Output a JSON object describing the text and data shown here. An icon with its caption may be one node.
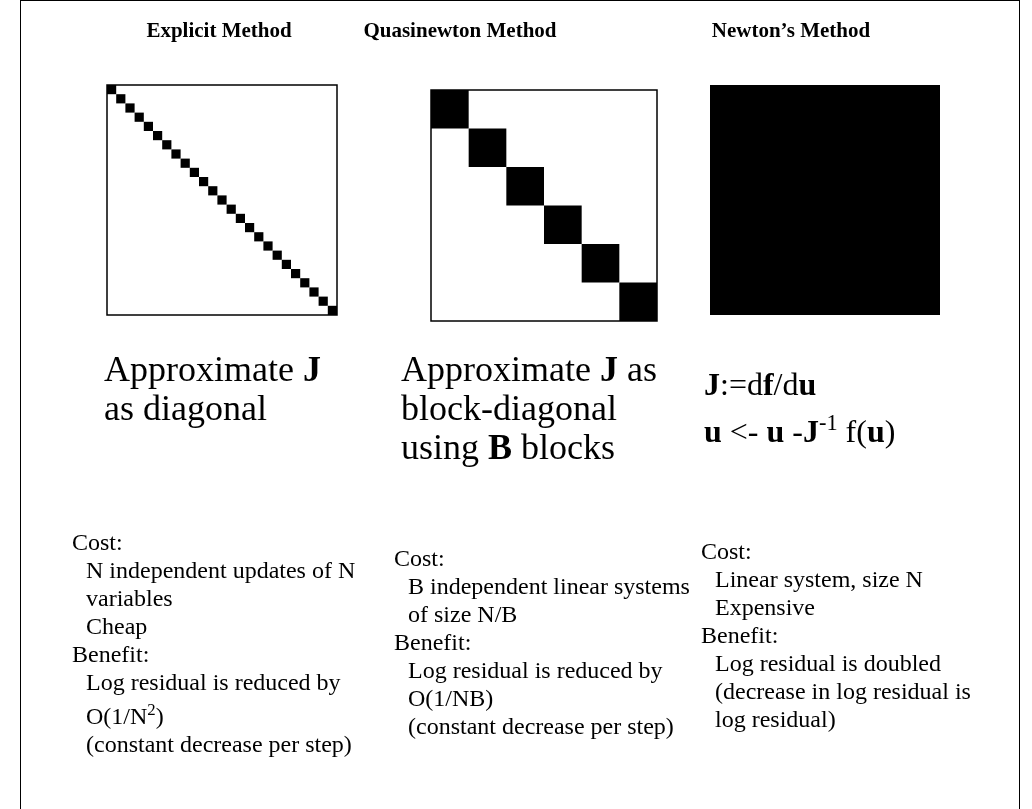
{
  "diagram": {
    "labels": [
      "Explicit Method",
      "Quasinewton Method",
      "Newton’s Method",
      "Approximate **J** as diagonal",
      "Approximate **J** as block-diagonal using **B** blocks",
      "**J**:=d**f**/d**u**",
      "**u** <- **u** -**J**$^{-1}$ f(**u**)",
      "Cost:",
      "N independent updates of N variables",
      "Cheap",
      "Benefit:",
      "Log residual is reduced by O(1/N$^{2}$)",
      "(constant decrease per step)",
      "Cost:",
      "B independent linear systems of size N/B",
      "Benefit:",
      "Log residual is reduced by O(1/NB)",
      "(constant decrease per step)",
      "Cost:",
      "Linear system, size N",
      "Expensive",
      "Benefit:",
      "Log residual is doubled (decrease in log residual is log residual)"
    ]
  }
}
